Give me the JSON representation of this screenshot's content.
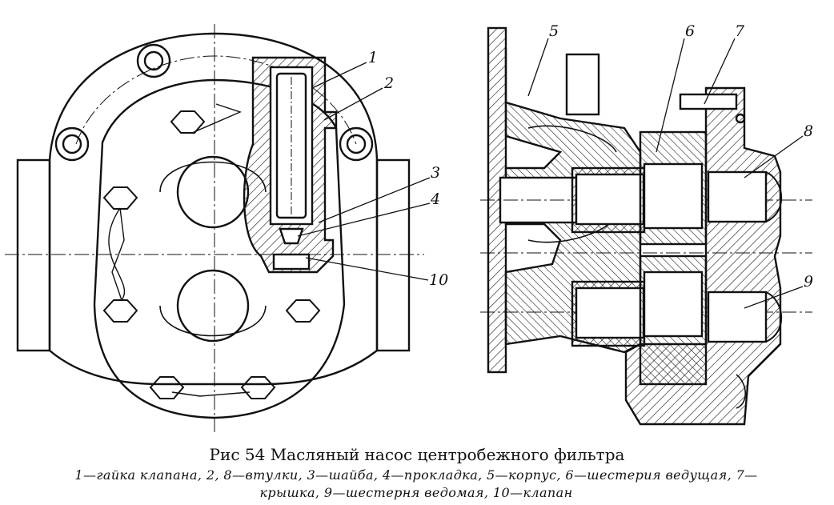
{
  "figure": {
    "title": "Рис 54  Масляный насос центробежного фильтра",
    "legend_line1": "1—гайка клапана, 2, 8—втулки, 3—шайба, 4—прокладка, 5—корпус, 6—шестерия ведущая, 7—",
    "legend_line2": "крышка, 9—шестерня ведомая, 10—клапан"
  },
  "callouts": {
    "c1": "1",
    "c2": "2",
    "c3": "3",
    "c4": "4",
    "c5": "5",
    "c6": "6",
    "c7": "7",
    "c8": "8",
    "c9": "9",
    "c10": "10"
  }
}
